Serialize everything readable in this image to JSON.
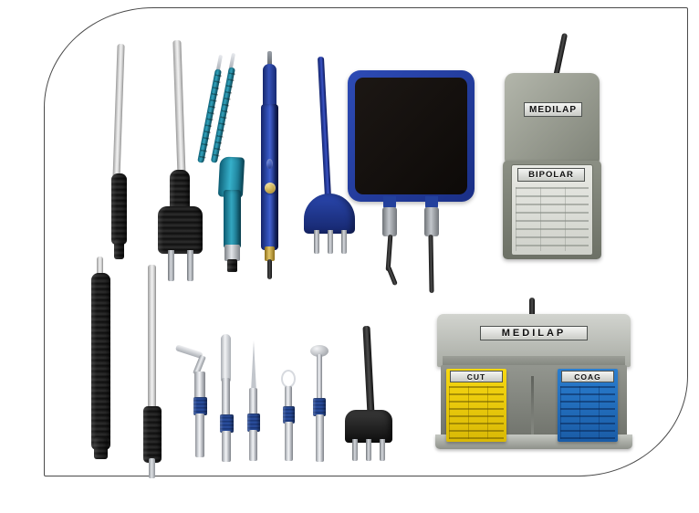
{
  "scene": {
    "background_color": "#ffffff",
    "frame_border_color": "#4a4a4a",
    "title": "MEDILAP electrosurgery accessories product collage"
  },
  "brand": "MEDILAP",
  "colors": {
    "pedal_body": "#8d9186",
    "pedal_top": "#a7aa9e",
    "bipolar_pad": "#e4e6e0",
    "cut_pedal": "#f5d010",
    "coag_pedal": "#1f6dc4",
    "console_body": "#b9bbb6",
    "forceps_teal": "#1f8ca5",
    "pencil_blue": "#1e3a8f",
    "pad_border_blue": "#1f3fa8",
    "pad_face": "#14100e",
    "electrode_collar": "#20407f",
    "cable_gray": "#c9c9c9",
    "cable_black": "#1a1a1a"
  },
  "devices": {
    "bipolar_footswitch": {
      "name": "Single pedal bipolar foot switch",
      "brand_label": "MEDILAP",
      "function_label": "BIPOLAR"
    },
    "dual_footswitch": {
      "name": "Dual pedal cut/coag foot switch",
      "brand_label": "MEDILAP",
      "left_pedal_label": "CUT",
      "right_pedal_label": "COAG"
    },
    "return_electrode_pad": {
      "name": "Patient return electrode plate",
      "connector_count": 2
    }
  },
  "instruments": [
    {
      "id": "cable-banana",
      "name": "Monopolar cable with banana connector",
      "row": "top"
    },
    {
      "id": "cable-two-pin",
      "name": "Bipolar cable with two-pin plug",
      "row": "top"
    },
    {
      "id": "bipolar-forceps",
      "name": "Bipolar forceps, teal insulated",
      "row": "top"
    },
    {
      "id": "pencil",
      "name": "Electrosurgical hand pencil with cut and coag buttons",
      "row": "top"
    },
    {
      "id": "three-pin-plug-blue",
      "name": "Blue three-pin plug cable",
      "row": "top"
    },
    {
      "id": "return-pad",
      "name": "Return electrode pad",
      "row": "top"
    },
    {
      "id": "bipolar-pedal",
      "name": "Bipolar foot switch",
      "row": "top"
    },
    {
      "id": "black-handle",
      "name": "Black ribbed instrument handle",
      "row": "bottom"
    },
    {
      "id": "cable-black-connector",
      "name": "Cable with black barrel connector",
      "row": "bottom"
    },
    {
      "id": "tip-angled-blade",
      "name": "Angled blade electrode tip",
      "row": "bottom"
    },
    {
      "id": "tip-flat-blade",
      "name": "Flat blade electrode tip",
      "row": "bottom"
    },
    {
      "id": "tip-needle",
      "name": "Needle electrode tip",
      "row": "bottom"
    },
    {
      "id": "tip-loop",
      "name": "Loop electrode tip",
      "row": "bottom"
    },
    {
      "id": "tip-ball",
      "name": "Ball electrode tip",
      "row": "bottom"
    },
    {
      "id": "three-pin-plug-black",
      "name": "Black three-pin plug cable",
      "row": "bottom"
    },
    {
      "id": "dual-pedal",
      "name": "Cut and coag dual foot switch",
      "row": "bottom"
    }
  ]
}
